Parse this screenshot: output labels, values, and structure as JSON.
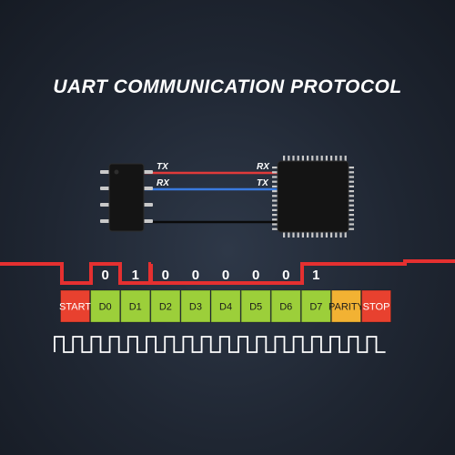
{
  "title": "UART COMMUNICATION PROTOCOL",
  "wires": {
    "left": [
      {
        "label": "TX",
        "color": "#e03a3a"
      },
      {
        "label": "RX",
        "color": "#3a7be0"
      }
    ],
    "right": [
      {
        "label": "RX",
        "color": "#e03a3a"
      },
      {
        "label": "TX",
        "color": "#3a7be0"
      }
    ]
  },
  "frame": {
    "bits": [
      "0",
      "1",
      "0",
      "0",
      "0",
      "0",
      "0",
      "1"
    ],
    "cells": [
      {
        "label": "START",
        "kind": "control"
      },
      {
        "label": "D0",
        "kind": "data"
      },
      {
        "label": "D1",
        "kind": "data"
      },
      {
        "label": "D2",
        "kind": "data"
      },
      {
        "label": "D3",
        "kind": "data"
      },
      {
        "label": "D4",
        "kind": "data"
      },
      {
        "label": "D5",
        "kind": "data"
      },
      {
        "label": "D6",
        "kind": "data"
      },
      {
        "label": "D7",
        "kind": "data"
      },
      {
        "label": "PARITY",
        "kind": "parity"
      },
      {
        "label": "STOP",
        "kind": "control"
      }
    ]
  },
  "colors": {
    "control": "#e8412f",
    "data": "#9ccf3a",
    "parity": "#f2b233",
    "signal": "#e53030",
    "clock": "#ffffff"
  }
}
